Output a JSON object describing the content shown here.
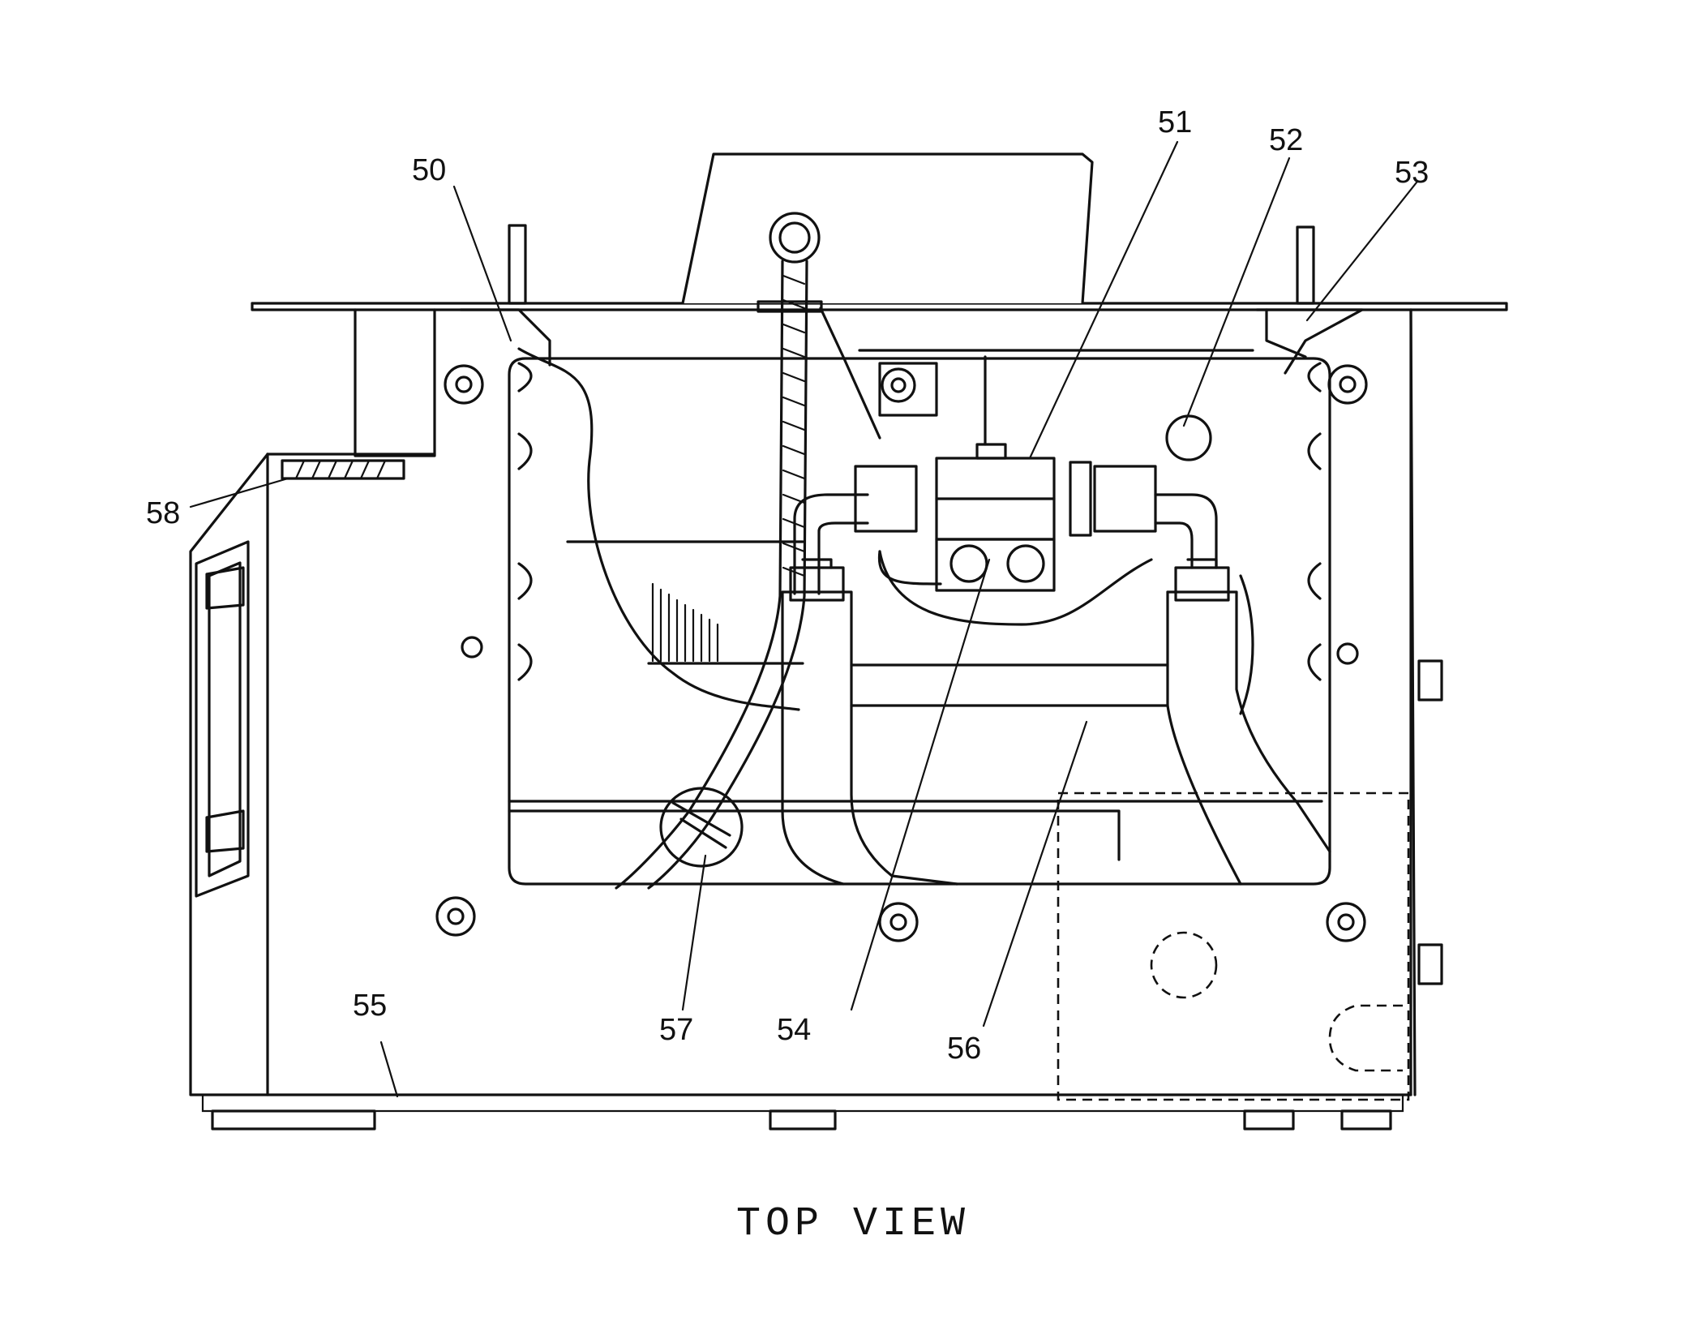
{
  "title": "TOP VIEW",
  "callouts": [
    "50",
    "51",
    "52",
    "53",
    "54",
    "55",
    "56",
    "57",
    "58"
  ]
}
